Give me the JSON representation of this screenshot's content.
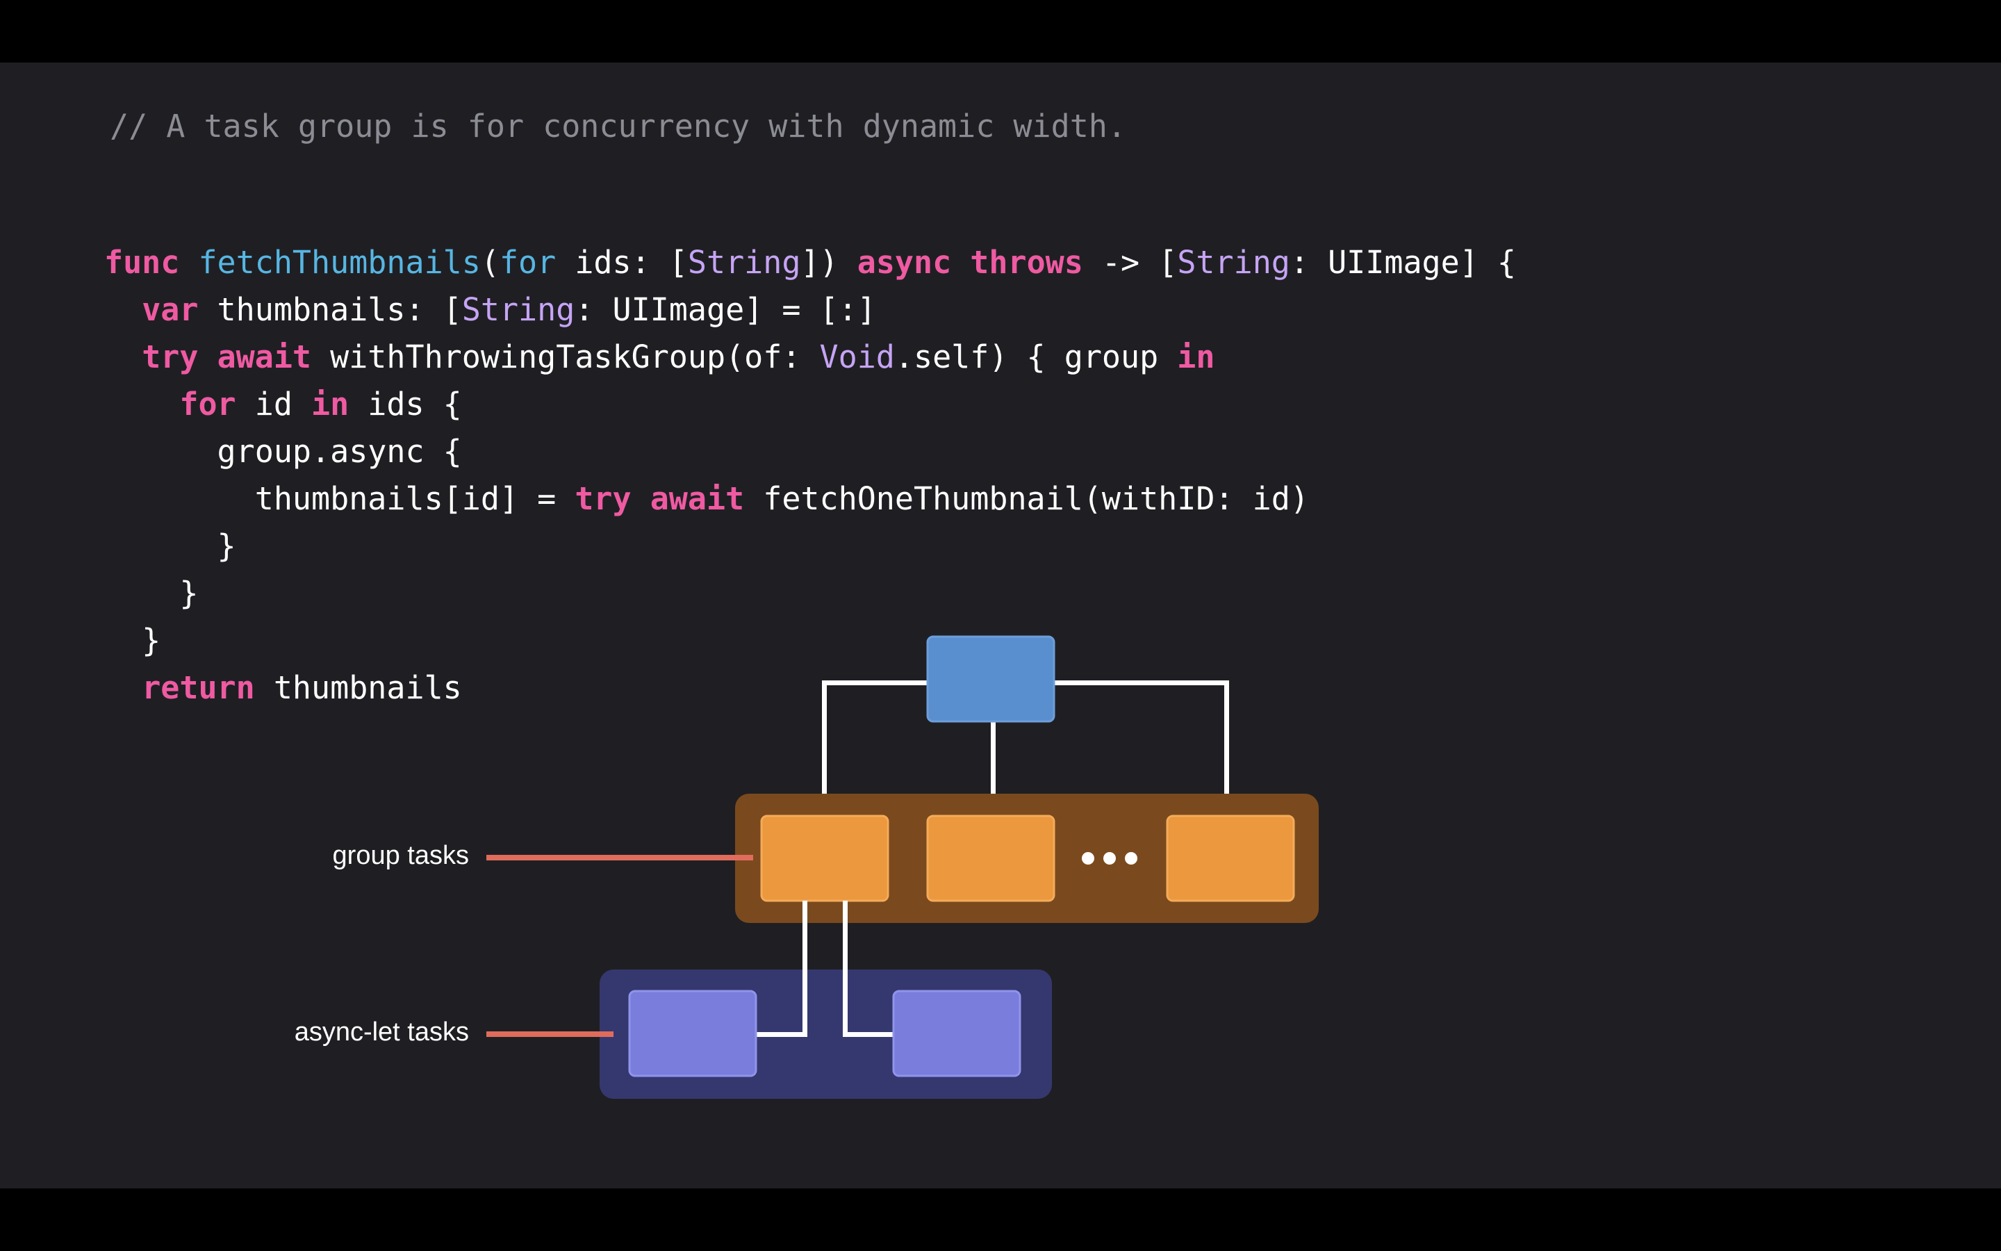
{
  "comment": "// A task group is for concurrency with dynamic width.",
  "code_lines": [
    [
      {
        "t": "func",
        "c": "kw"
      },
      {
        "t": " ",
        "c": "plain"
      },
      {
        "t": "fetchThumbnails",
        "c": "fn"
      },
      {
        "t": "(",
        "c": "plain"
      },
      {
        "t": "for",
        "c": "fn"
      },
      {
        "t": " ids: [",
        "c": "plain"
      },
      {
        "t": "String",
        "c": "type"
      },
      {
        "t": "]) ",
        "c": "plain"
      },
      {
        "t": "async",
        "c": "kw"
      },
      {
        "t": " ",
        "c": "plain"
      },
      {
        "t": "throws",
        "c": "kw"
      },
      {
        "t": " -> [",
        "c": "plain"
      },
      {
        "t": "String",
        "c": "type"
      },
      {
        "t": ": UIImage] {",
        "c": "plain"
      }
    ],
    [
      {
        "t": "  ",
        "c": "plain"
      },
      {
        "t": "var",
        "c": "kw"
      },
      {
        "t": " thumbnails: [",
        "c": "plain"
      },
      {
        "t": "String",
        "c": "type"
      },
      {
        "t": ": UIImage] = [:]",
        "c": "plain"
      }
    ],
    [
      {
        "t": "  ",
        "c": "plain"
      },
      {
        "t": "try",
        "c": "kw"
      },
      {
        "t": " ",
        "c": "plain"
      },
      {
        "t": "await",
        "c": "kw"
      },
      {
        "t": " withThrowingTaskGroup(of: ",
        "c": "plain"
      },
      {
        "t": "Void",
        "c": "type"
      },
      {
        "t": ".self) { group ",
        "c": "plain"
      },
      {
        "t": "in",
        "c": "kw"
      }
    ],
    [
      {
        "t": "    ",
        "c": "plain"
      },
      {
        "t": "for",
        "c": "kw"
      },
      {
        "t": " id ",
        "c": "plain"
      },
      {
        "t": "in",
        "c": "kw"
      },
      {
        "t": " ids {",
        "c": "plain"
      }
    ],
    [
      {
        "t": "      group.async {",
        "c": "plain"
      }
    ],
    [
      {
        "t": "        thumbnails[id] = ",
        "c": "plain"
      },
      {
        "t": "try",
        "c": "kw"
      },
      {
        "t": " ",
        "c": "plain"
      },
      {
        "t": "await",
        "c": "kw"
      },
      {
        "t": " fetchOneThumbnail(withID: id)",
        "c": "plain"
      }
    ],
    [
      {
        "t": "      }",
        "c": "plain"
      }
    ],
    [
      {
        "t": "    }",
        "c": "plain"
      }
    ],
    [
      {
        "t": "  }",
        "c": "plain"
      }
    ],
    [
      {
        "t": "  ",
        "c": "plain"
      },
      {
        "t": "return",
        "c": "kw"
      },
      {
        "t": " thumbnails",
        "c": "plain"
      }
    ]
  ],
  "diagram": {
    "group_label": "group tasks",
    "async_let_label": "async-let tasks",
    "ellipsis": "•••",
    "colors": {
      "parent_task": "#5a8fcf",
      "group_container": "#7a4a1e",
      "group_task": "#eb983e",
      "async_container": "#35386f",
      "async_task": "#7a7ddc",
      "connector": "#ffffff",
      "label_line": "#e06c5c"
    }
  }
}
